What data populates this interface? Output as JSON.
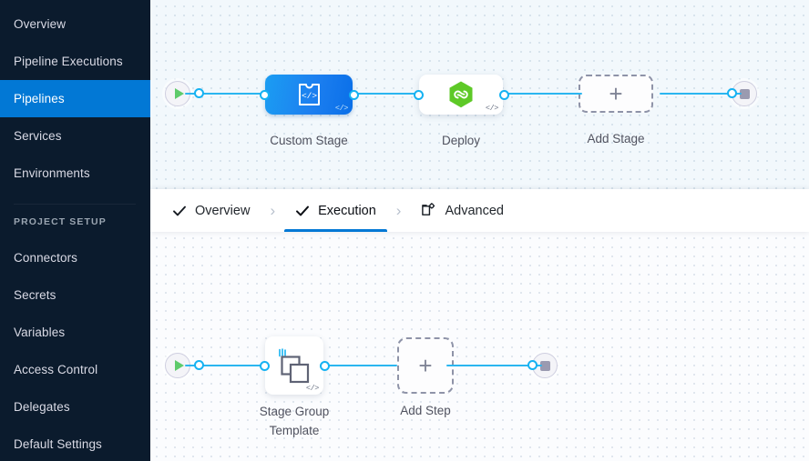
{
  "sidebar": {
    "items": [
      {
        "label": "Overview",
        "active": false
      },
      {
        "label": "Pipeline Executions",
        "active": false
      },
      {
        "label": "Pipelines",
        "active": true
      },
      {
        "label": "Services",
        "active": false
      },
      {
        "label": "Environments",
        "active": false
      }
    ],
    "section_title": "PROJECT SETUP",
    "setup_items": [
      {
        "label": "Connectors"
      },
      {
        "label": "Secrets"
      },
      {
        "label": "Variables"
      },
      {
        "label": "Access Control"
      },
      {
        "label": "Delegates"
      },
      {
        "label": "Default Settings"
      }
    ],
    "active_color": "#0278d5",
    "background_color": "#0b1b2d"
  },
  "tabs": [
    {
      "label": "Overview",
      "icon": "check-icon",
      "active": false
    },
    {
      "label": "Execution",
      "icon": "check-icon",
      "active": true
    },
    {
      "label": "Advanced",
      "icon": "advanced-settings-icon",
      "active": false
    }
  ],
  "tab_separator": "›",
  "stage_graph": {
    "start_node": "start-play-node",
    "stop_node": "stop-node",
    "stages": [
      {
        "label": "Custom Stage",
        "icon": "custom-stage-template-icon",
        "type": "custom",
        "template_badge": "</>"
      },
      {
        "label": "Deploy",
        "icon": "deploy-hexagon-icon",
        "type": "deploy",
        "template_badge": "</>"
      },
      {
        "label": "Add Stage",
        "icon": "plus-icon",
        "type": "add",
        "glyph": "+"
      }
    ]
  },
  "step_graph": {
    "start_node": "start-play-node",
    "stop_node": "stop-node",
    "steps": [
      {
        "label": "Stage Group\nTemplate",
        "icon": "step-group-icon",
        "type": "group",
        "template_badge": "</>"
      },
      {
        "label": "Add Step",
        "icon": "plus-icon",
        "type": "add",
        "glyph": "+"
      }
    ]
  },
  "colors": {
    "edge": "#2bb6f0",
    "port": "#15b2f2",
    "stage_blue": "#1c7ff0",
    "deploy_green": "#5ec927",
    "canvas_top": "#f2f8fc",
    "canvas_bottom": "#fbfcfe",
    "label_text": "#50525f"
  }
}
